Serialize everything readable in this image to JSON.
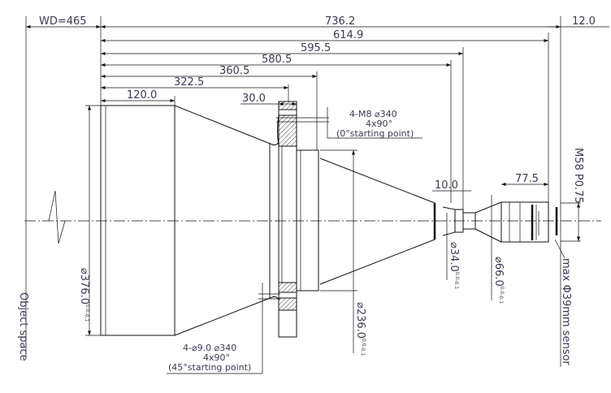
{
  "dimensions": {
    "wd": "WD=465",
    "total": "736.2",
    "back": "12.0",
    "d614": "614.9",
    "d595": "595.5",
    "d580": "580.5",
    "d360": "360.5",
    "d322": "322.5",
    "d120": "120.0",
    "d30": "30.0",
    "d10": "10.0",
    "d77": "77.5"
  },
  "diameters": {
    "d376": "⌀376.0",
    "d236": "⌀236.0",
    "d34": "⌀34.0",
    "d66": "⌀66.0",
    "tol_upper": "0.0",
    "tol_lower": "-0.1"
  },
  "mount": "M58 P0.75",
  "sensor": "max Φ39mm sensor",
  "object_space": "Object space",
  "holes_top": {
    "line1": "4-M8 ⌀340",
    "line2": "4x90°",
    "line3": "(0°starting point)"
  },
  "holes_bottom": {
    "line1": "4-⌀9.0  ⌀340",
    "line2": "4x90°",
    "line3": "(45°starting point)"
  }
}
